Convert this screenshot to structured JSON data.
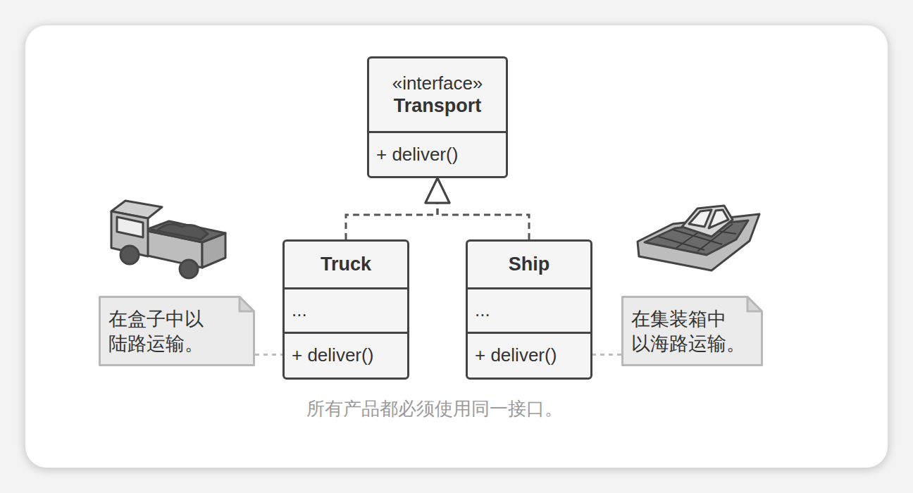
{
  "diagram": {
    "caption": "所有产品都必须使用同一接口。",
    "nodes": [
      {
        "text": [
          "«interface»",
          "Transport",
          "+ deliver()"
        ]
      },
      {
        "text": [
          "Truck",
          "...",
          "+ deliver()"
        ]
      },
      {
        "text": [
          "Ship",
          "...",
          "+ deliver()"
        ]
      },
      {
        "text": [
          "在盒子中以 陆路运输。"
        ]
      },
      {
        "text": [
          "在集装箱中 以海路运输。"
        ]
      }
    ],
    "edges": [
      {
        "from": 1,
        "to": 0,
        "arrow": "to"
      },
      {
        "from": 2,
        "to": 0,
        "arrow": "to"
      },
      {
        "from": 3,
        "to": 1,
        "arrow": "none"
      },
      {
        "from": 4,
        "to": 2,
        "arrow": "none"
      }
    ]
  }
}
